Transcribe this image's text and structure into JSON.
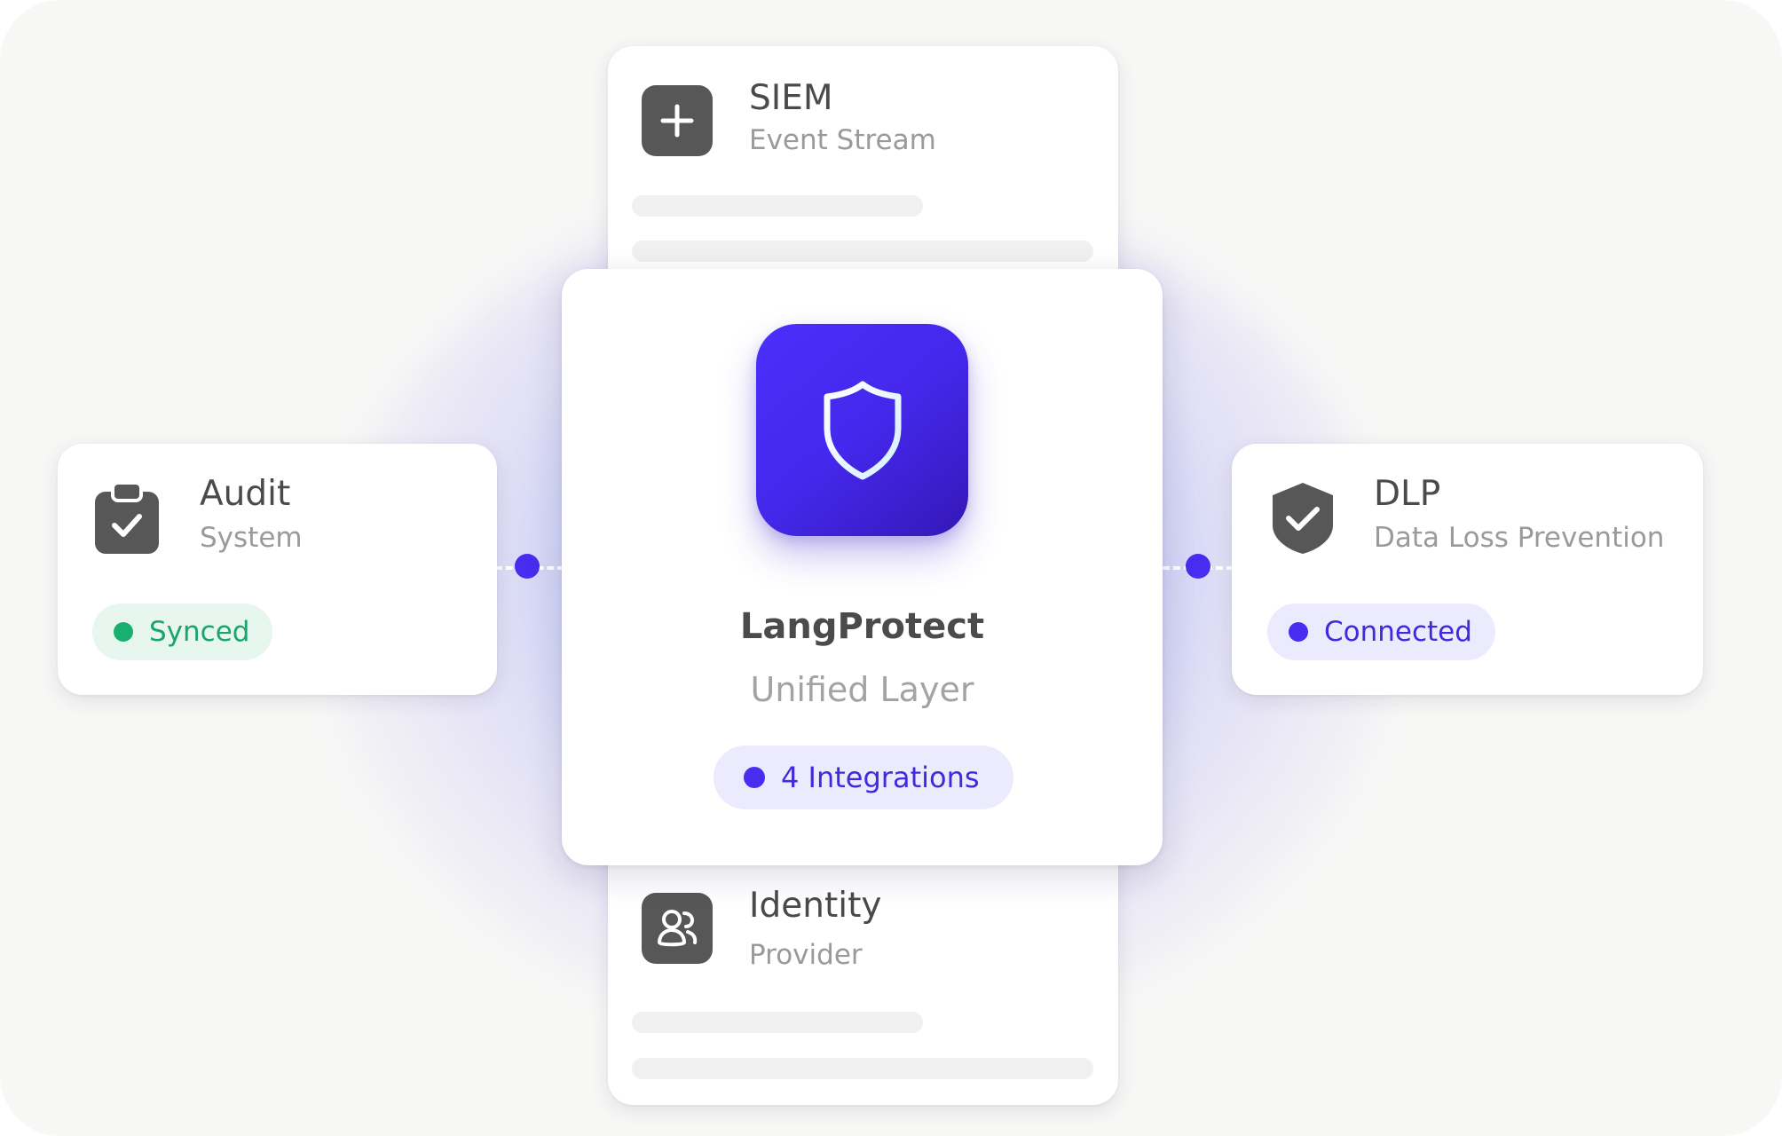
{
  "center": {
    "title": "LangProtect",
    "subtitle": "Unified Layer",
    "badge": "4 Integrations",
    "icon": "shield-icon"
  },
  "integrations": {
    "siem": {
      "title": "SIEM",
      "subtitle": "Event Stream",
      "icon": "plus-icon"
    },
    "identity": {
      "title": "Identity",
      "subtitle": "Provider",
      "icon": "users-icon"
    },
    "audit": {
      "title": "Audit",
      "subtitle": "System",
      "icon": "clipboard-check-icon",
      "status": "Synced"
    },
    "dlp": {
      "title": "DLP",
      "subtitle": "Data Loss Prevention",
      "icon": "shield-check-icon",
      "status": "Connected"
    }
  },
  "colors": {
    "accent": "#4a2cf0",
    "success": "#18b06e",
    "icon_bg": "#575757",
    "background": "#f7f7f6"
  }
}
